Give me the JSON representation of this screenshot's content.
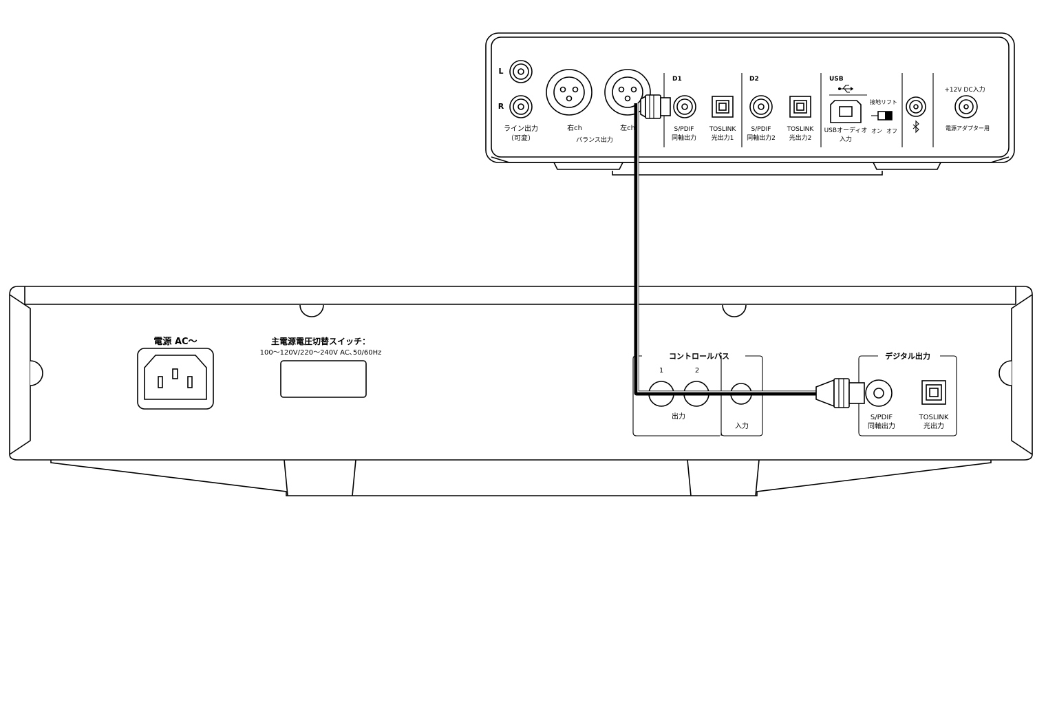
{
  "dac": {
    "line_out_l": "L",
    "line_out_r": "R",
    "line_out_label_1": "ライン出力",
    "line_out_label_2": "（可変）",
    "right_ch": "右ch",
    "left_ch": "左ch",
    "balanced_out": "バランス出力",
    "d1": "D1",
    "d1_spdif": "S/PDIF",
    "d1_coax": "同軸出力",
    "d1_toslink": "TOSLINK",
    "d1_optical": "光出力1",
    "d2": "D2",
    "d2_spdif": "S/PDIF",
    "d2_coax": "同軸出力2",
    "d2_toslink": "TOSLINK",
    "d2_optical": "光出力2",
    "usb": "USB",
    "usb_audio_1": "USBオーディオ",
    "usb_audio_2": "入力",
    "ground_lift": "接地リフト",
    "on": "オン",
    "off": "オフ",
    "dc_in": "+12V DC入力",
    "adapter": "電源アダプター用"
  },
  "player": {
    "power_ac": "電源 AC～",
    "voltage_switch_1": "主電源電圧切替スイッチ：",
    "voltage_switch_2": "100～120V/220～240V AC､50/60Hz",
    "control_bus": "コントロールバス",
    "bus_1": "1",
    "bus_2": "2",
    "bus_out": "出力",
    "bus_in": "入力",
    "digital_out": "デジタル出力",
    "spdif": "S/PDIF",
    "coax_out": "同軸出力",
    "toslink": "TOSLINK",
    "optical_out": "光出力"
  },
  "icons": {
    "usb_symbol": "usb-icon",
    "bluetooth_symbol": "bluetooth-icon"
  }
}
